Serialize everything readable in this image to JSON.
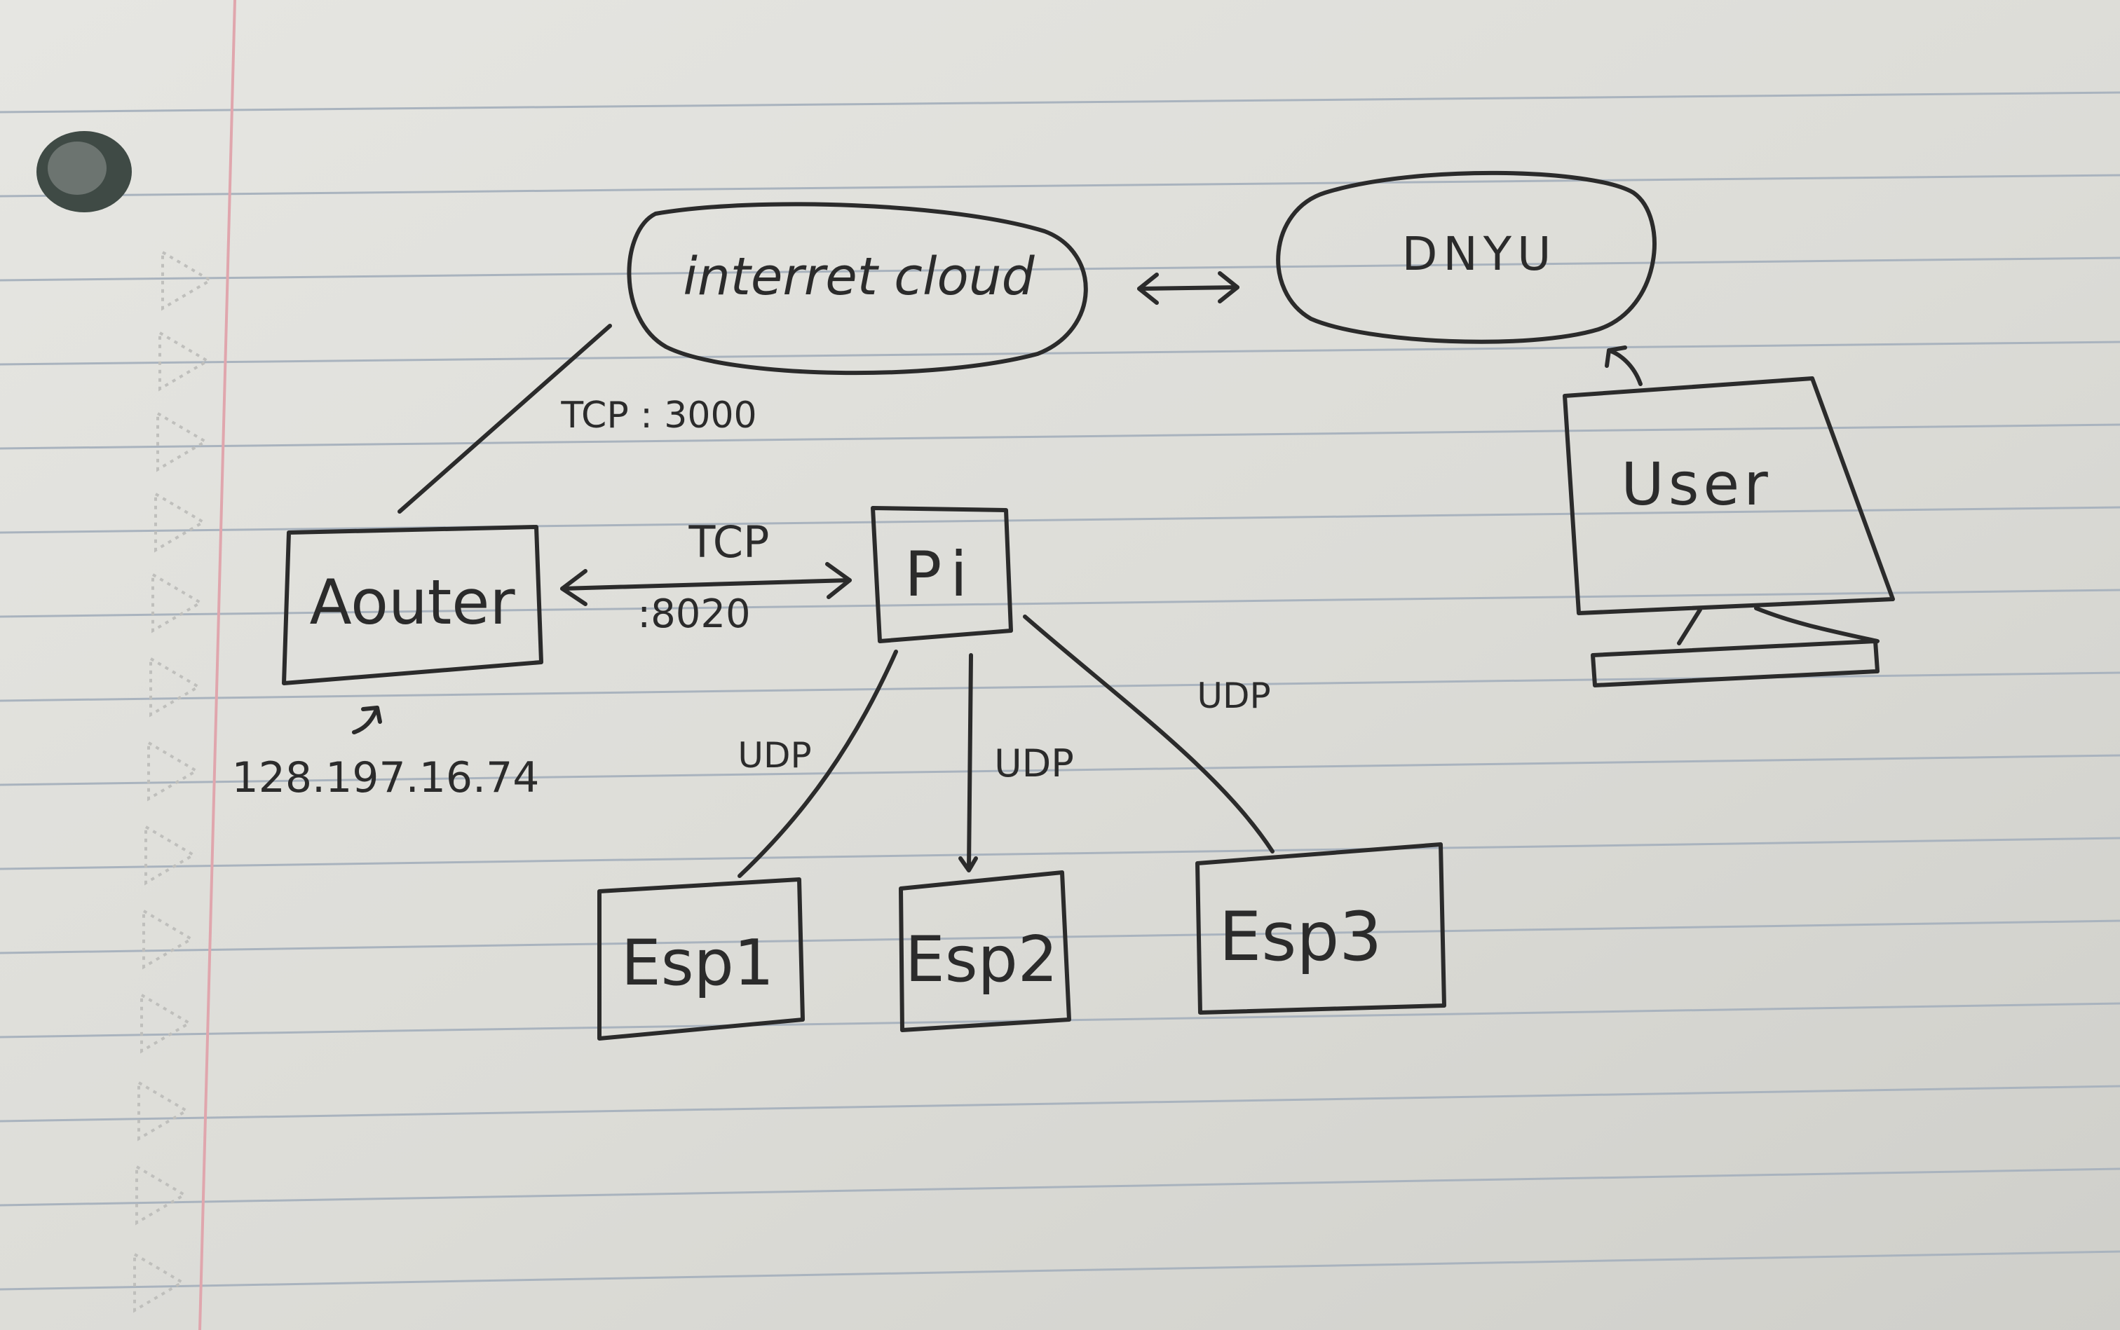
{
  "diagram": {
    "nodes": {
      "internet_cloud": "interret cloud",
      "dnyu": "DNYU",
      "router": "Aouter",
      "pi": "Pi",
      "user": "User",
      "esp1": "Esp1",
      "esp2": "Esp2",
      "esp3": "Esp3"
    },
    "edge_labels": {
      "router_cloud": "TCP : 3000",
      "router_pi_protocol": "TCP",
      "router_pi_port": ":8020",
      "pi_esp1": "UDP",
      "pi_esp2": "UDP",
      "pi_esp3": "UDP"
    },
    "router_ip": "128.197.16.74"
  },
  "colors": {
    "paper": "#deded9",
    "rule_line": "#a9b3be",
    "margin_line": "#e0a6ad",
    "ink": "#2b2b2b"
  }
}
